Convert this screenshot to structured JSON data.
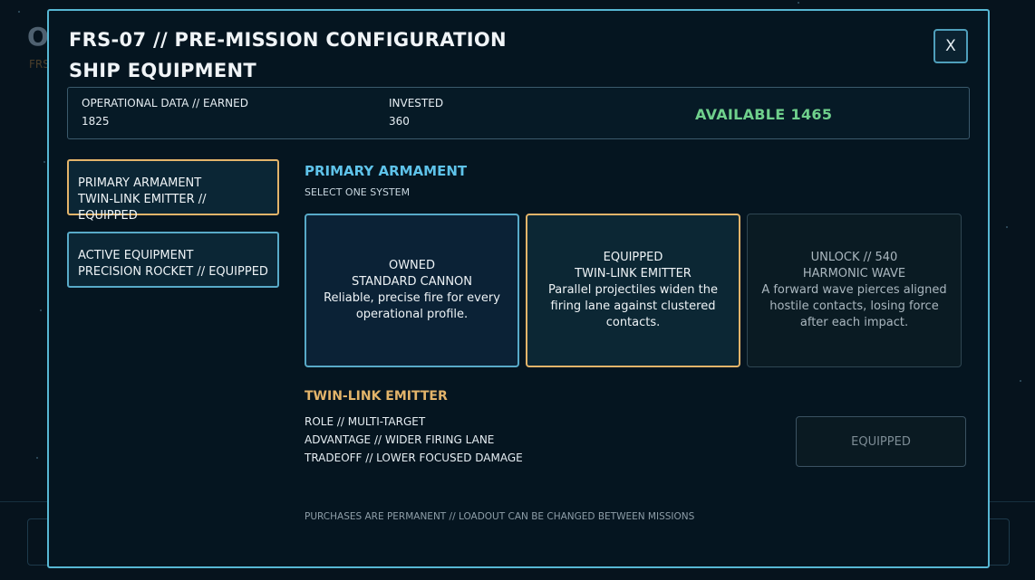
{
  "background": {
    "title": "O",
    "subtitle": "FRS"
  },
  "modal": {
    "title": "FRS-07 // PRE-MISSION CONFIGURATION",
    "subtitle": "SHIP EQUIPMENT",
    "close_label": "X"
  },
  "stats": {
    "earned_label": "OPERATIONAL DATA // EARNED",
    "earned_value": "1825",
    "invested_label": "INVESTED",
    "invested_value": "360",
    "available_label": "AVAILABLE",
    "available_value": "1465"
  },
  "slots": [
    {
      "line1": "PRIMARY ARMAMENT",
      "line2": "TWIN-LINK EMITTER // EQUIPPED",
      "selected": true
    },
    {
      "line1": "ACTIVE EQUIPMENT",
      "line2": "PRECISION ROCKET // EQUIPPED",
      "selected": false
    }
  ],
  "section": {
    "title": "PRIMARY ARMAMENT",
    "subtitle": "SELECT ONE SYSTEM"
  },
  "cards": [
    {
      "status": "OWNED",
      "name": "STANDARD CANNON",
      "desc": "Reliable, precise fire for every operational profile."
    },
    {
      "status": "EQUIPPED",
      "name": "TWIN-LINK EMITTER",
      "desc": "Parallel projectiles widen the firing lane against clustered contacts."
    },
    {
      "status": "UNLOCK // 540",
      "name": "HARMONIC WAVE",
      "desc": "A forward wave pierces aligned hostile contacts, losing force after each impact."
    }
  ],
  "detail": {
    "name": "TWIN-LINK EMITTER",
    "role": "ROLE // MULTI-TARGET",
    "advantage": "ADVANTAGE // WIDER FIRING LANE",
    "tradeoff": "TRADEOFF // LOWER FOCUSED DAMAGE",
    "button_label": "EQUIPPED"
  },
  "footer": "PURCHASES ARE PERMANENT // LOADOUT CAN BE CHANGED BETWEEN MISSIONS",
  "colors": {
    "accent_cyan": "#58aac8",
    "accent_gold": "#e3b46a",
    "available_green": "#6fd08c"
  }
}
